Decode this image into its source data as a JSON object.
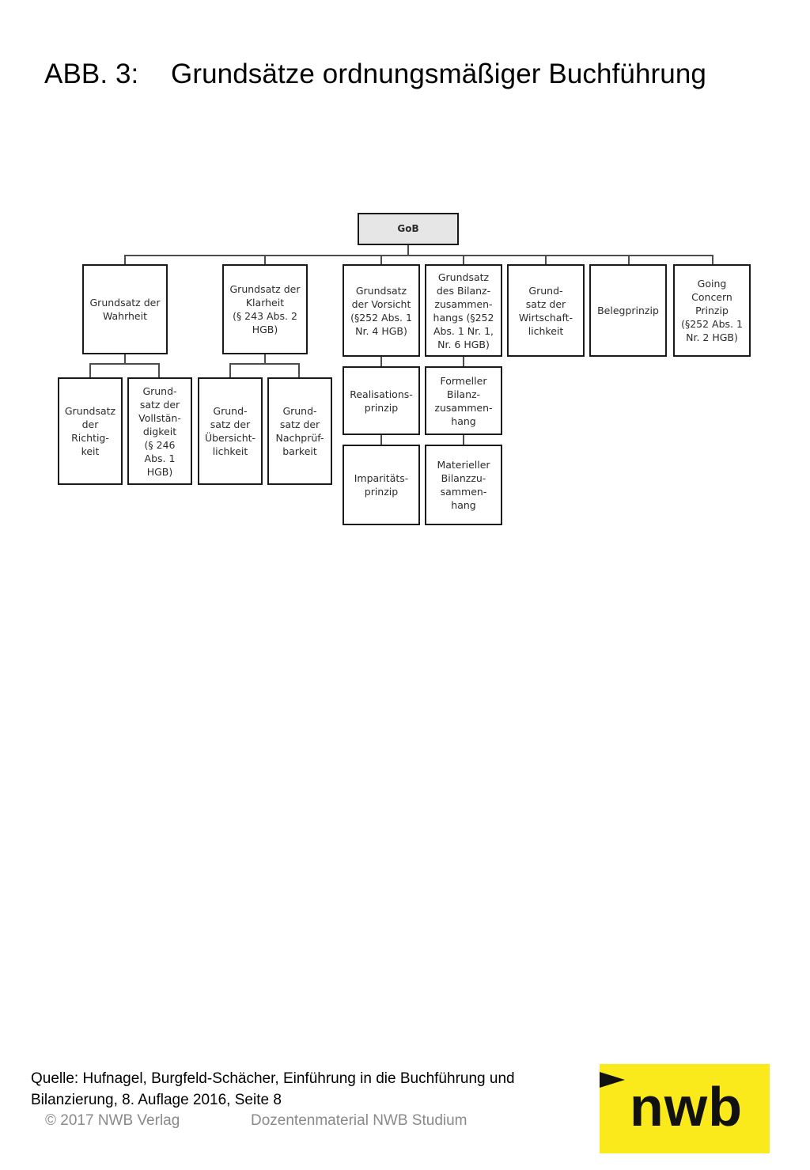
{
  "slide": {
    "title_number": "ABB. 3:",
    "title_text": "Grundsätze ordnungsmäßiger Buchführung"
  },
  "diagram": {
    "root": "GoB",
    "wahrheit": "Grundsatz der\nWahrheit",
    "richtigkeit": "Grundsatz\nder\nRichtig-\nkeit",
    "vollstaendigkeit": "Grund-\nsatz der\nVollstän-\ndigkeit\n(§ 246\nAbs. 1\nHGB)",
    "klarheit": "Grundsatz der\nKlarheit\n(§ 243 Abs. 2\nHGB)",
    "uebersichtlichkeit": "Grund-\nsatz der\nÜbersicht-\nlichkeit",
    "nachpruefbarkeit": "Grund-\nsatz der\nNachprüf-\nbarkeit",
    "vorsicht": "Grundsatz\nder Vorsicht\n(§252 Abs. 1\nNr. 4 HGB)",
    "realisation": "Realisations-\nprinzip",
    "imparitaet": "Imparitäts-\nprinzip",
    "bilanzzusammenhang": "Grundsatz\ndes Bilanz-\nzusammen-\nhangs (§252\nAbs. 1 Nr. 1,\nNr. 6 HGB)",
    "formell": "Formeller\nBilanz-\nzusammen-\nhang",
    "materiell": "Materieller\nBilanzzu-\nsammen-\nhang",
    "wirtschaftlichkeit": "Grund-\nsatz der\nWirtschaft-\nlichkeit",
    "beleg": "Belegprinzip",
    "going_concern": "Going\nConcern\nPrinzip\n(§252 Abs. 1\nNr. 2 HGB)"
  },
  "source": {
    "line1": "Quelle: Hufnagel, Burgfeld-Schächer, Einführung in die Buchführung und",
    "line2": "Bilanzierung, 8. Auflage 2016, Seite 8"
  },
  "footer": {
    "copyright": "© 2017 NWB Verlag",
    "material": "Dozentenmaterial NWB Studium"
  },
  "logo": {
    "text": "nwb",
    "color": "#fbea1b"
  }
}
